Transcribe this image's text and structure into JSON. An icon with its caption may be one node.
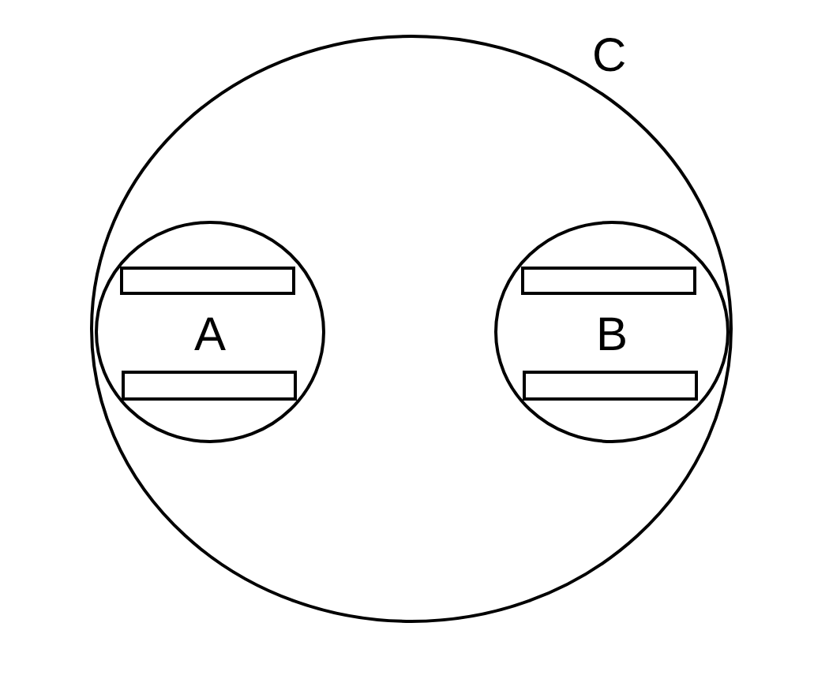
{
  "diagram": {
    "nodes": [
      {
        "text": [
          "C"
        ]
      },
      {
        "text": [
          "A"
        ],
        "in": 0
      },
      {
        "text": [],
        "shape": "bar",
        "in": 1
      },
      {
        "text": [],
        "shape": "bar",
        "in": 1
      },
      {
        "text": [
          "B"
        ],
        "in": 0
      },
      {
        "text": [],
        "shape": "bar",
        "in": 4
      },
      {
        "text": [],
        "shape": "bar",
        "in": 4
      }
    ]
  }
}
